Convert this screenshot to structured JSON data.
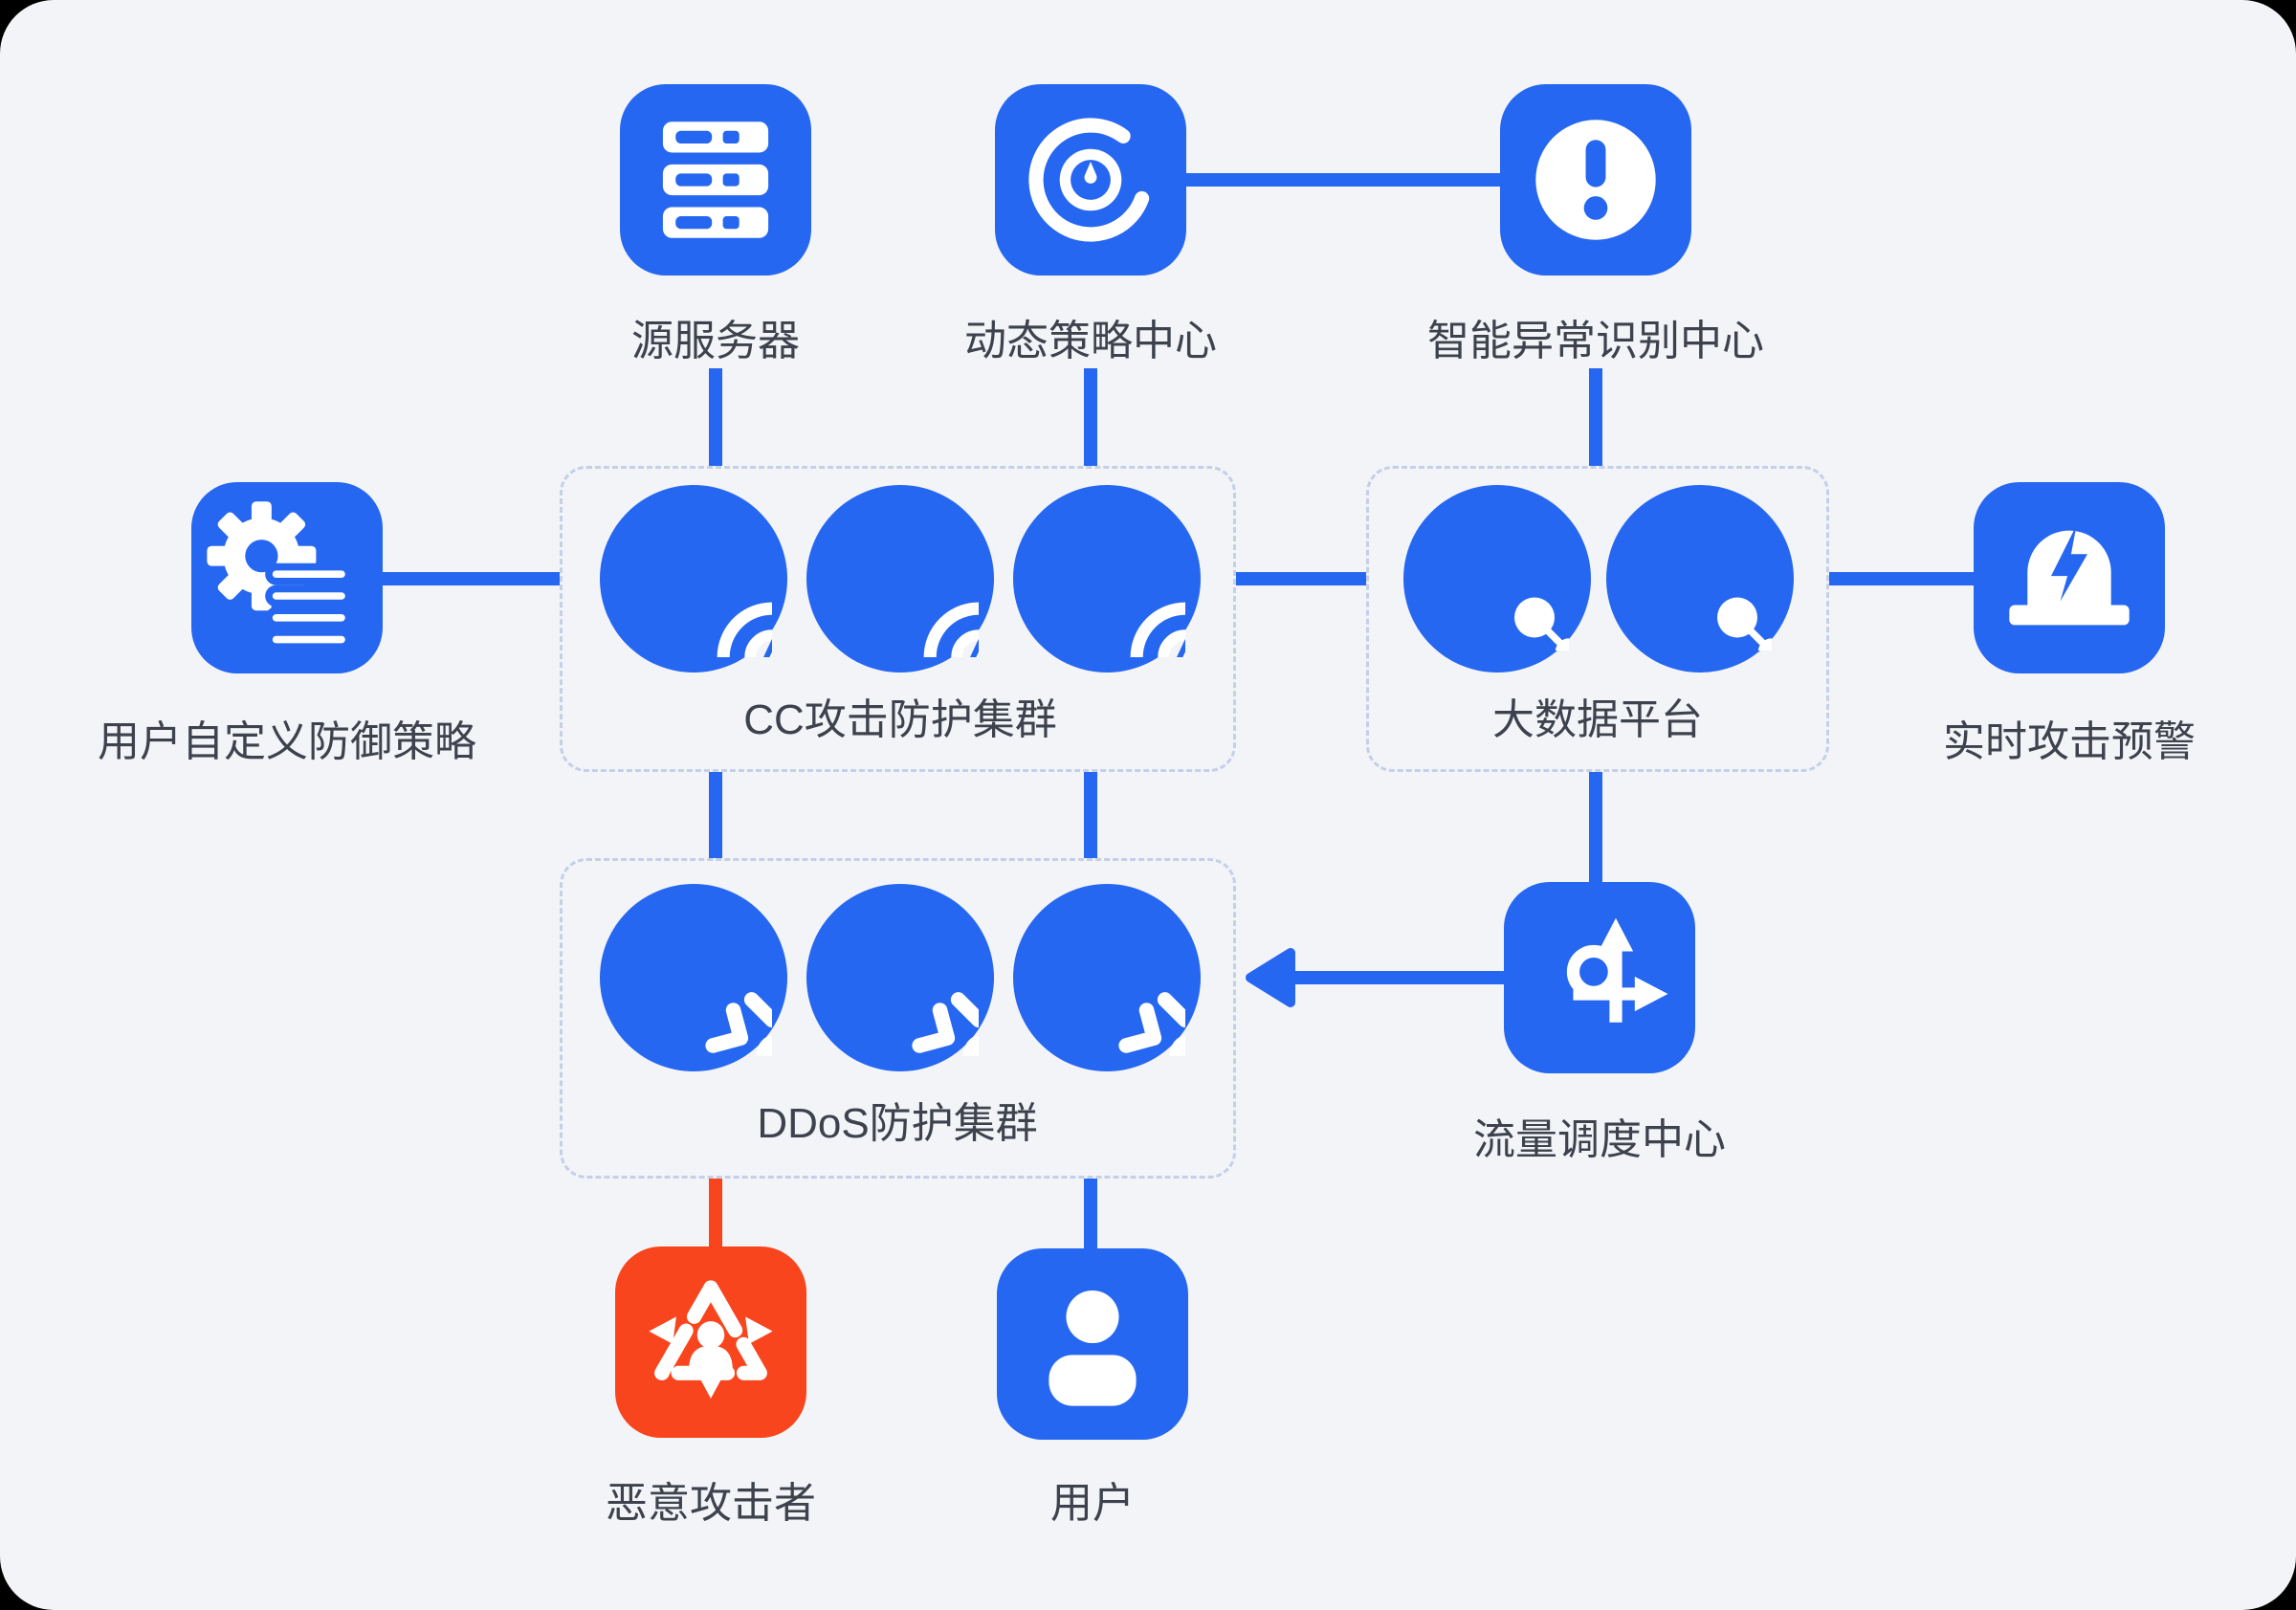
{
  "theme": {
    "background": "#F3F4F8",
    "outer_background": "#000000",
    "accent_blue": "#2667F1",
    "danger_red": "#F9451D",
    "label_color": "#3D424D",
    "dashed_border_color": "#C4CFE8"
  },
  "nodes": {
    "source_server": {
      "label": "源服务器",
      "icon": "server-icon"
    },
    "dynamic_policy_center": {
      "label": "动态策略中心",
      "icon": "gauge-icon"
    },
    "anomaly_recognition_center": {
      "label": "智能异常识别中心",
      "icon": "alert-icon"
    },
    "custom_defense_policy": {
      "label": "用户自定义防御策略",
      "icon": "gear-list-icon"
    },
    "realtime_attack_alert": {
      "label": "实时攻击预警",
      "icon": "siren-icon"
    },
    "traffic_scheduling_center": {
      "label": "流量调度中心",
      "icon": "route-arrows-icon"
    },
    "malicious_attacker": {
      "label": "恶意攻击者",
      "icon": "attacker-icon",
      "color": "#F9451D"
    },
    "end_user": {
      "label": "用户",
      "icon": "person-icon"
    }
  },
  "clusters": {
    "cc_protection": {
      "label": "CC攻击防护集群",
      "node_count": 3,
      "node_icon": "target-dart-icon"
    },
    "big_data_platform": {
      "label": "大数据平台",
      "node_count": 2,
      "node_icon": "network-nodes-icon"
    },
    "ddos_protection": {
      "label": "DDoS防护集群",
      "node_count": 3,
      "node_icon": "snowflake-icon"
    }
  },
  "connections": [
    {
      "from": "dynamic_policy_center",
      "to": "anomaly_recognition_center",
      "style": "plain"
    },
    {
      "from": "source_server",
      "to": "cc_protection",
      "style": "plain"
    },
    {
      "from": "dynamic_policy_center",
      "to": "cc_protection",
      "style": "plain"
    },
    {
      "from": "anomaly_recognition_center",
      "to": "big_data_platform",
      "style": "plain"
    },
    {
      "from": "custom_defense_policy",
      "to": "cc_protection",
      "style": "plain"
    },
    {
      "from": "cc_protection",
      "to": "big_data_platform",
      "style": "plain"
    },
    {
      "from": "big_data_platform",
      "to": "realtime_attack_alert",
      "style": "plain"
    },
    {
      "from": "cc_protection",
      "to": "ddos_protection",
      "style": "plain"
    },
    {
      "from": "big_data_platform",
      "to": "traffic_scheduling_center",
      "style": "plain"
    },
    {
      "from": "traffic_scheduling_center",
      "to": "ddos_protection",
      "style": "arrow"
    },
    {
      "from": "malicious_attacker",
      "to": "ddos_protection",
      "style": "plain",
      "color": "#F9451D"
    },
    {
      "from": "ddos_protection",
      "to": "end_user",
      "style": "plain"
    }
  ]
}
